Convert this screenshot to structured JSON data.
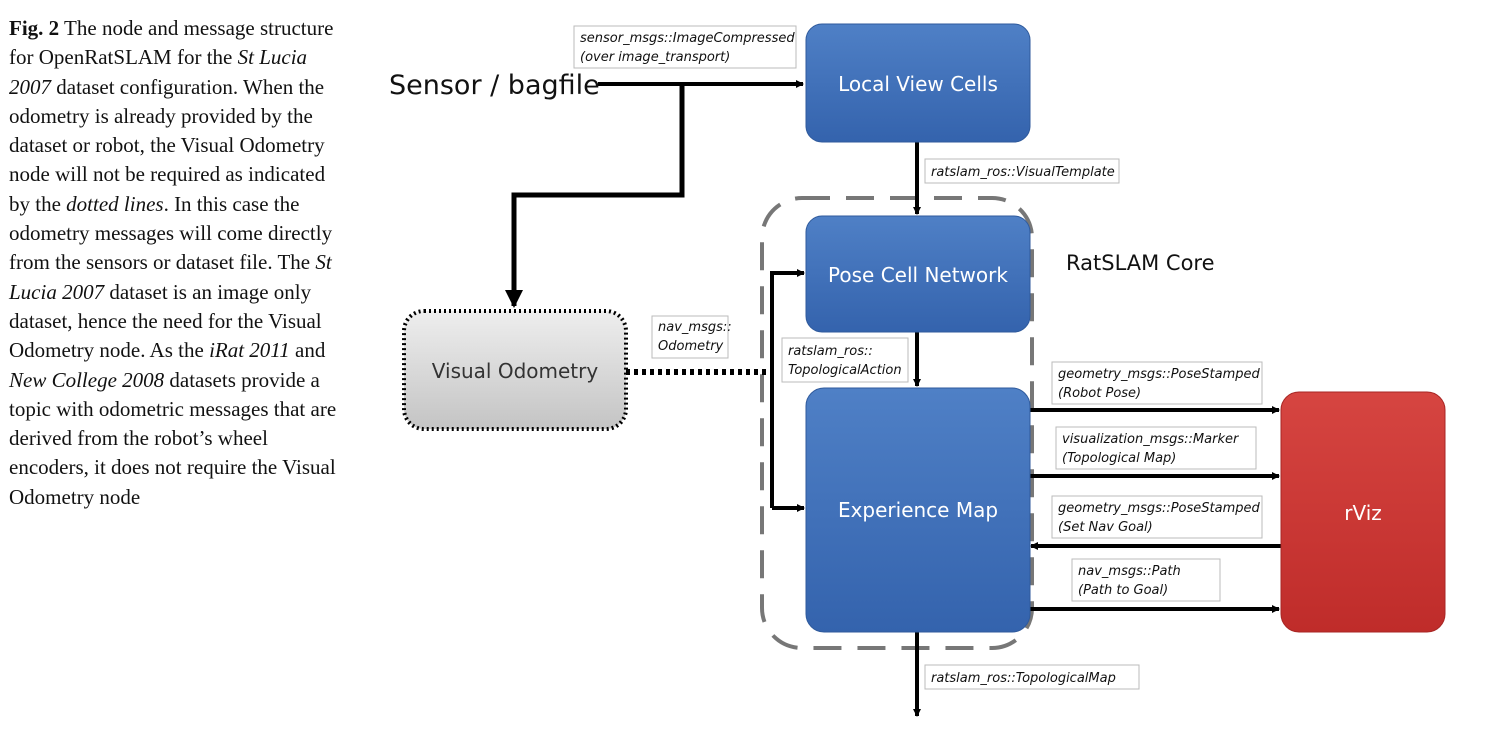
{
  "caption": {
    "fig_label": "Fig. 2",
    "p1": "The node and message structure for OpenRatSLAM for the",
    "dataset1": "St Lucia 2007",
    "p2": "dataset configuration. When the odometry is already provided by the dataset or robot, the Visual Odometry node will not be required as indicated by the",
    "dotted_lines": "dotted lines",
    "p3": ". In this case the odometry messages will come directly from the sensors or dataset file. The",
    "dataset2": "St Lucia 2007",
    "p4": "dataset is an image only dataset, hence the need for the Visual Odometry node. As the",
    "dataset3": "iRat 2011",
    "p5": "and",
    "dataset4": "New College 2008",
    "p6": "datasets provide a topic with odometric messages that are derived from the robot’s wheel encoders, it does not require the Visual Odometry node"
  },
  "diagram": {
    "sensor_label": "Sensor / bagfile",
    "core_label": "RatSLAM Core",
    "nodes": {
      "local_view_cells": "Local View Cells",
      "pose_cell_network": "Pose Cell Network",
      "experience_map": "Experience Map",
      "visual_odometry": "Visual Odometry",
      "rviz": "rViz"
    },
    "messages": {
      "image_compressed": [
        "sensor_msgs::ImageCompressed",
        "(over image_transport)"
      ],
      "visual_template": [
        "ratslam_ros::VisualTemplate"
      ],
      "nav_odometry": [
        "nav_msgs::",
        "Odometry"
      ],
      "topological_action": [
        "ratslam_ros::",
        "TopologicalAction"
      ],
      "robot_pose": [
        "geometry_msgs::PoseStamped",
        "(Robot Pose)"
      ],
      "topological_map_marker": [
        "visualization_msgs::Marker",
        "(Topological Map)"
      ],
      "set_nav_goal": [
        "geometry_msgs::PoseStamped",
        "(Set Nav Goal)"
      ],
      "path_to_goal": [
        "nav_msgs::Path",
        "(Path to Goal)"
      ],
      "topological_map": [
        "ratslam_ros::TopologicalMap"
      ]
    }
  },
  "colors": {
    "node_blue": "#3f6fb8",
    "node_red": "#cc3633",
    "vo_fill": "#d6d6d6",
    "arrow": "#000000",
    "core_border": "#777777"
  }
}
